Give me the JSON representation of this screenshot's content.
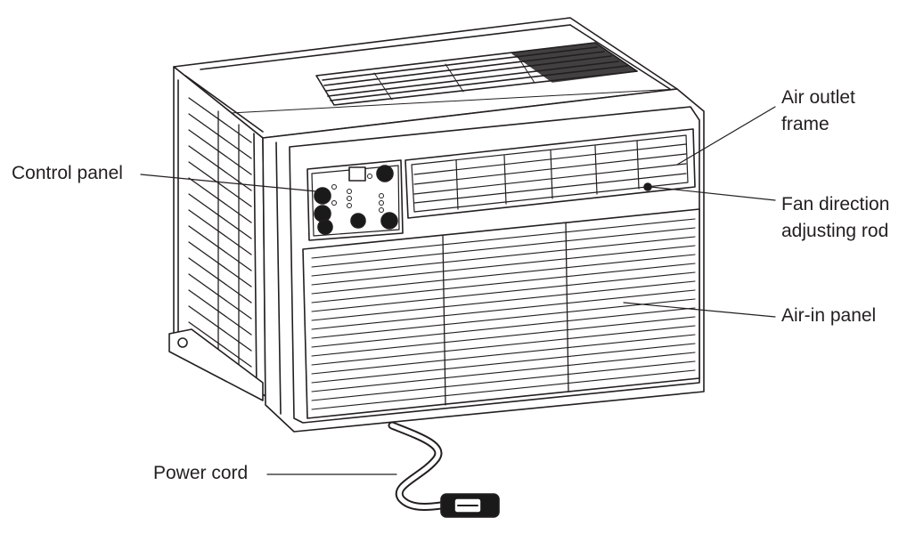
{
  "labels": {
    "control_panel": "Control panel",
    "air_outlet_frame": [
      "Air outlet",
      "frame"
    ],
    "fan_direction_rod": [
      "Fan direction",
      "adjusting rod"
    ],
    "air_in_panel": "Air-in panel",
    "power_cord": "Power cord"
  },
  "colors": {
    "line": "#231f20",
    "panel_dark": "#1a1a1a",
    "background": "#ffffff"
  }
}
